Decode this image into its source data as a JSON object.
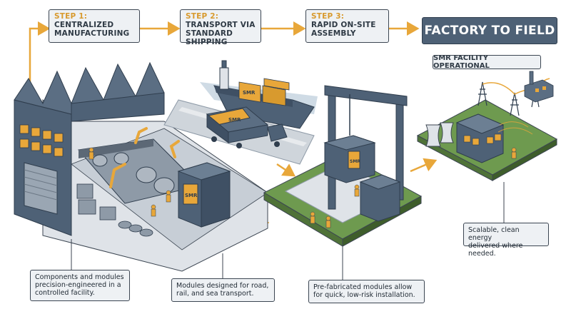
{
  "steps": [
    {
      "num": "STEP 1:",
      "label": "CENTRALIZED\nMANUFACTURING"
    },
    {
      "num": "STEP 2:",
      "label": "TRANSPORT VIA\nSTANDARD SHIPPING"
    },
    {
      "num": "STEP 3:",
      "label": "RAPID ON-SITE\nASSEMBLY"
    }
  ],
  "title": "FACTORY TO FIELD",
  "operational_label": "SMR FACILITY OPERATIONAL",
  "module_label": "SMR",
  "notes": [
    "Components and modules\nprecision-engineered in a\ncontrolled facility.",
    "Modules designed for road,\nrail, and sea transport.",
    "Pre-fabricated modules allow\nfor quick, low-risk installation.",
    "Scalable, clean energy\ndelivered where needed."
  ],
  "colors": {
    "accent": "#e8a73a",
    "steel": "#4e6176",
    "ground": "#6e9a4f",
    "box_fill": "#eef1f4"
  }
}
